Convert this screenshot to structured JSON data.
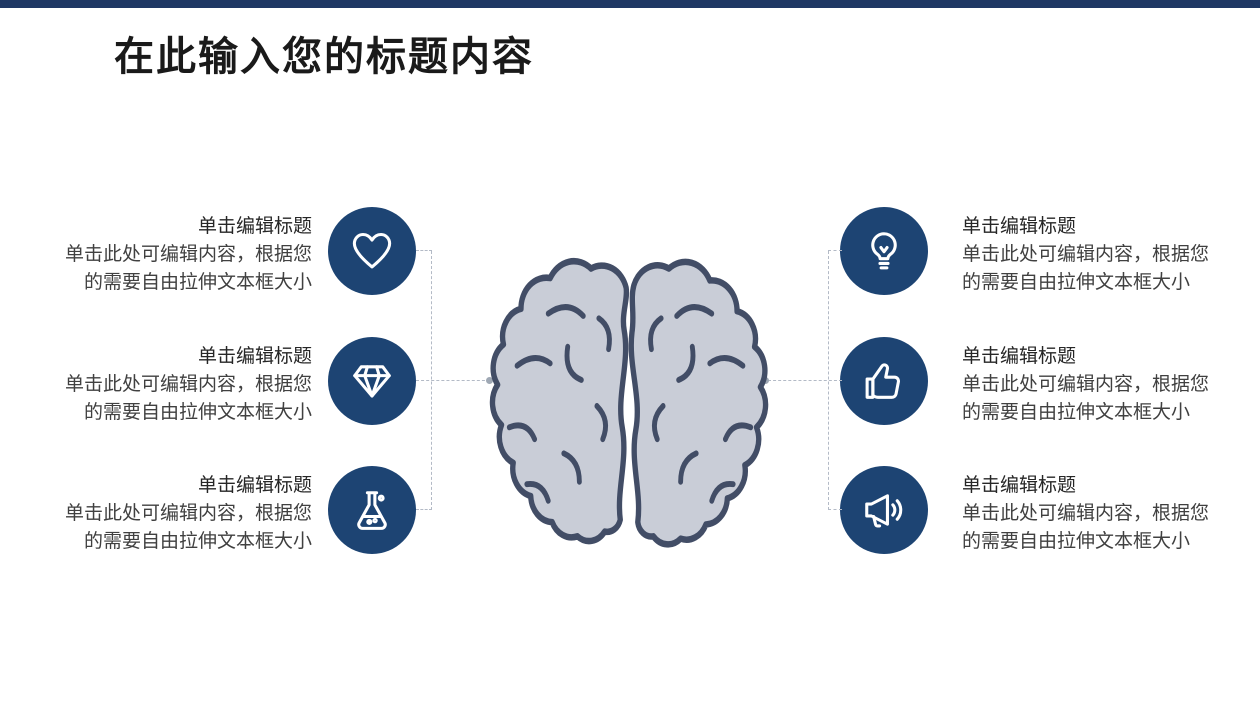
{
  "page": {
    "title": "在此输入您的标题内容"
  },
  "items": {
    "left": [
      {
        "icon": "heart",
        "title": "单击编辑标题",
        "body": "单击此处可编辑内容，根据您的需要自由拉伸文本框大小"
      },
      {
        "icon": "diamond",
        "title": "单击编辑标题",
        "body": "单击此处可编辑内容，根据您的需要自由拉伸文本框大小"
      },
      {
        "icon": "flask",
        "title": "单击编辑标题",
        "body": "单击此处可编辑内容，根据您的需要自由拉伸文本框大小"
      }
    ],
    "right": [
      {
        "icon": "lightbulb",
        "title": "单击编辑标题",
        "body": "单击此处可编辑内容，根据您的需要自由拉伸文本框大小"
      },
      {
        "icon": "thumbs-up",
        "title": "单击编辑标题",
        "body": "单击此处可编辑内容，根据您的需要自由拉伸文本框大小"
      },
      {
        "icon": "megaphone",
        "title": "单击编辑标题",
        "body": "单击此处可编辑内容，根据您的需要自由拉伸文本框大小"
      }
    ]
  },
  "colors": {
    "topbar": "#1f3864",
    "accent": "#1d4473",
    "brain-fill": "#c9cdd7",
    "brain-stroke": "#424d66",
    "connector": "#b3bac6",
    "connector-dot": "#9fa8b4"
  }
}
